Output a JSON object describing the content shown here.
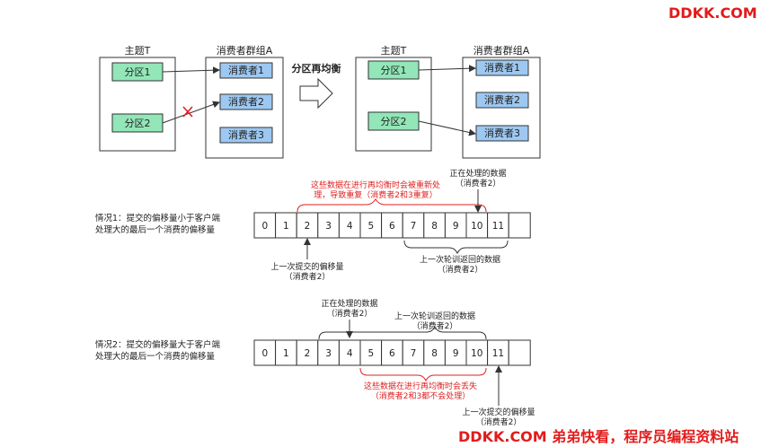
{
  "brand_top": "DDKK.COM",
  "brand_bottom": "DDKK.COM 弟弟快看，程序员编程资料站",
  "before": {
    "topic_title": "主题T",
    "group_title": "消费者群组A",
    "partitions": [
      "分区1",
      "分区2"
    ],
    "consumers": [
      "消费者1",
      "消费者2",
      "消费者3"
    ]
  },
  "rebalance_label": "分区再均衡",
  "after": {
    "topic_title": "主题T",
    "group_title": "消费者群组A",
    "partitions": [
      "分区1",
      "分区2"
    ],
    "consumers": [
      "消费者1",
      "消费者2",
      "消费者3"
    ]
  },
  "case1": {
    "label_line1": "情况1：提交的偏移量小于客户端",
    "label_line2": "处理大的最后一个消费的偏移量",
    "cells": [
      "0",
      "1",
      "2",
      "3",
      "4",
      "5",
      "6",
      "7",
      "8",
      "9",
      "10",
      "11",
      ""
    ],
    "red_note_line1": "这些数据在进行再均衡时会被重新处",
    "red_note_line2": "理，导致重复（消费者2和3重复）",
    "processing_line1": "正在处理的数据",
    "processing_line2": "（消费者2）",
    "committed_line1": "上一次提交的偏移量",
    "committed_line2": "（消费者2）",
    "returned_line1": "上一次轮训返回的数据",
    "returned_line2": "（消费者2）"
  },
  "case2": {
    "label_line1": "情况2：提交的偏移量大于客户端",
    "label_line2": "处理大的最后一个消费的偏移量",
    "cells": [
      "0",
      "1",
      "2",
      "3",
      "4",
      "5",
      "6",
      "7",
      "8",
      "9",
      "10",
      "11",
      ""
    ],
    "processing_line1": "正在处理的数据",
    "processing_line2": "（消费者2）",
    "returned_line1": "上一次轮训返回的数据",
    "returned_line2": "（消费者2）",
    "red_note_line1": "这些数据在进行再均衡时会丢失",
    "red_note_line2": "（消费者2和3都不会处理）",
    "committed_line1": "上一次提交的偏移量",
    "committed_line2": "（消费者2）"
  },
  "colors": {
    "partition_fill": "#92e6b8",
    "consumer_fill": "#9dc8f2",
    "red": "#e02020",
    "brand": "#e21b1b"
  }
}
